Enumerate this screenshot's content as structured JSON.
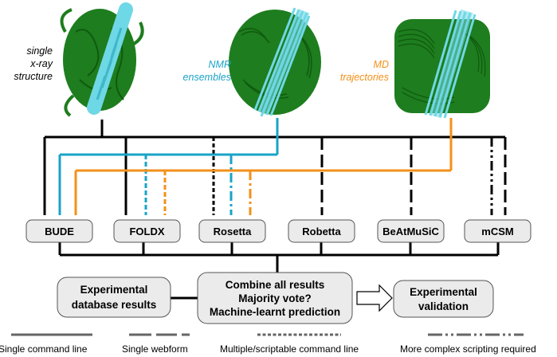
{
  "sources": {
    "xray": [
      "single",
      "x-ray",
      "structure"
    ],
    "nmr": [
      "NMR",
      "ensembles"
    ],
    "md": [
      "MD",
      "trajectories"
    ]
  },
  "tools": {
    "bude": "BUDE",
    "foldx": "FOLDX",
    "rosetta": "Rosetta",
    "robetta": "Robetta",
    "beatmusic": "BeAtMuSiC",
    "mcsm": "mCSM"
  },
  "boxes": {
    "database": [
      "Experimental",
      "database results"
    ],
    "combine": [
      "Combine all results",
      "Majority vote?",
      "Machine-learnt prediction"
    ],
    "validation": [
      "Experimental",
      "validation"
    ]
  },
  "legend": {
    "single_command": "Single command line",
    "webform": "Single webform",
    "multiple": "Multiple/scriptable command line",
    "complex": "More complex scripting required"
  },
  "colors": {
    "xray_line": "#000000",
    "nmr_line": "#1aa3c8",
    "md_line": "#f39019",
    "protein_green": "#1e7d1e",
    "helix_cyan": "#6fd8e6"
  }
}
